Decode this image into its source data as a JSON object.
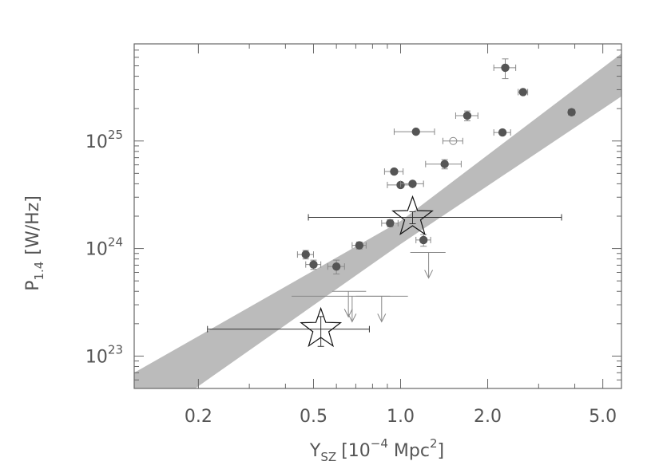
{
  "chart_data": {
    "type": "scatter",
    "xscale": "log",
    "yscale": "log",
    "xlim": [
      0.12,
      5.8
    ],
    "ylim": [
      5e+22,
      8e+25
    ],
    "xlabel": {
      "main": "Y",
      "sub": "SZ",
      "unit_pre": "[10",
      "unit_exp": "−4",
      "unit_mid": " Mpc",
      "unit_exp2": "2",
      "unit_post": "]"
    },
    "ylabel": {
      "main": "P",
      "sub": "1.4",
      "unit": "[W/Hz]"
    },
    "xticks": [
      {
        "value": 0.2,
        "label": "0.2"
      },
      {
        "value": 0.5,
        "label": "0.5"
      },
      {
        "value": 1.0,
        "label": "1.0"
      },
      {
        "value": 2.0,
        "label": "2.0"
      },
      {
        "value": 5.0,
        "label": "5.0"
      }
    ],
    "yticks": [
      {
        "value": 1e+23,
        "base": "10",
        "exp": "23"
      },
      {
        "value": 1e+24,
        "base": "10",
        "exp": "24"
      },
      {
        "value": 1e+25,
        "base": "10",
        "exp": "25"
      }
    ],
    "colors": {
      "points": "#555555",
      "band": "#bbbbbb",
      "errorbar": "#888888",
      "frame": "#666666",
      "text": "#555555"
    },
    "confidence_band": {
      "upper": [
        [
          0.12,
          7e+22
        ],
        [
          1.0,
          1.8e+24
        ],
        [
          5.8,
          6.5e+25
        ]
      ],
      "lower": [
        [
          0.12,
          2e+22
        ],
        [
          1.0,
          1.1e+24
        ],
        [
          5.8,
          2.6e+25
        ]
      ]
    },
    "points": [
      {
        "x": 0.47,
        "y": 8.8e+23,
        "xerr": 0.03,
        "yerr": 8e+22
      },
      {
        "x": 0.5,
        "y": 7.1e+23,
        "xerr": 0.03,
        "yerr": 7e+22
      },
      {
        "x": 0.6,
        "y": 6.8e+23,
        "xerr": 0.04,
        "yerr": 1e+23
      },
      {
        "x": 0.72,
        "y": 1.07e+24,
        "xerr": 0.04,
        "yerr": 8e+22
      },
      {
        "x": 0.92,
        "y": 1.72e+24,
        "xerr": 0.06,
        "yerr": 1.3e+23
      },
      {
        "x": 0.95,
        "y": 5.2e+24,
        "xerr": 0.07,
        "yerr": 0
      },
      {
        "x": 1.0,
        "y": 3.9e+24,
        "xerr": 0.1,
        "yerr": 0
      },
      {
        "x": 1.1,
        "y": 4e+24,
        "xerr": 0.1,
        "yerr": 0
      },
      {
        "x": 1.13,
        "y": 1.22e+25,
        "xerr": 0.18,
        "yerr": 0
      },
      {
        "x": 1.2,
        "y": 1.2e+24,
        "xerr": 0.07,
        "yerr": 1.5e+23
      },
      {
        "x": 1.42,
        "y": 6.1e+24,
        "xerr": 0.2,
        "yerr": 6e+23
      },
      {
        "x": 1.7,
        "y": 1.72e+25,
        "xerr": 0.15,
        "yerr": 1.8e+24
      },
      {
        "x": 2.25,
        "y": 1.2e+25,
        "xerr": 0.15,
        "yerr": 0
      },
      {
        "x": 2.3,
        "y": 4.8e+25,
        "xerr": 0.2,
        "yerr": 1e+25
      },
      {
        "x": 2.65,
        "y": 2.85e+25,
        "xerr": 0.1,
        "yerr": 0
      },
      {
        "x": 3.9,
        "y": 1.85e+25,
        "xerr": 0.1,
        "yerr": 0
      }
    ],
    "open_points": [
      {
        "x": 1.52,
        "y": 1e+25,
        "xerr": 0.12
      }
    ],
    "upper_limits": [
      {
        "x": 0.66,
        "y": 4e+23,
        "xerr_low": 0.08,
        "xerr_high": 0.1
      },
      {
        "x": 0.68,
        "y": 3.6e+23,
        "xerr_low": 0.26,
        "xerr_high": 0.38
      },
      {
        "x": 0.86,
        "y": 3.6e+23,
        "xerr_low": 0.16,
        "xerr_high": 0.06
      },
      {
        "x": 1.25,
        "y": 9.2e+23,
        "xerr_low": 0.17,
        "xerr_high": 0.18
      }
    ],
    "stars": [
      {
        "x": 1.1,
        "y": 1.95e+24,
        "xerr_low": 0.62,
        "xerr_high": 2.5,
        "yerr": 2.5e+23
      },
      {
        "x": 0.53,
        "y": 1.78e+23,
        "xerr_low": 0.315,
        "xerr_high": 0.25,
        "yerr": 5.5e+22
      }
    ]
  }
}
